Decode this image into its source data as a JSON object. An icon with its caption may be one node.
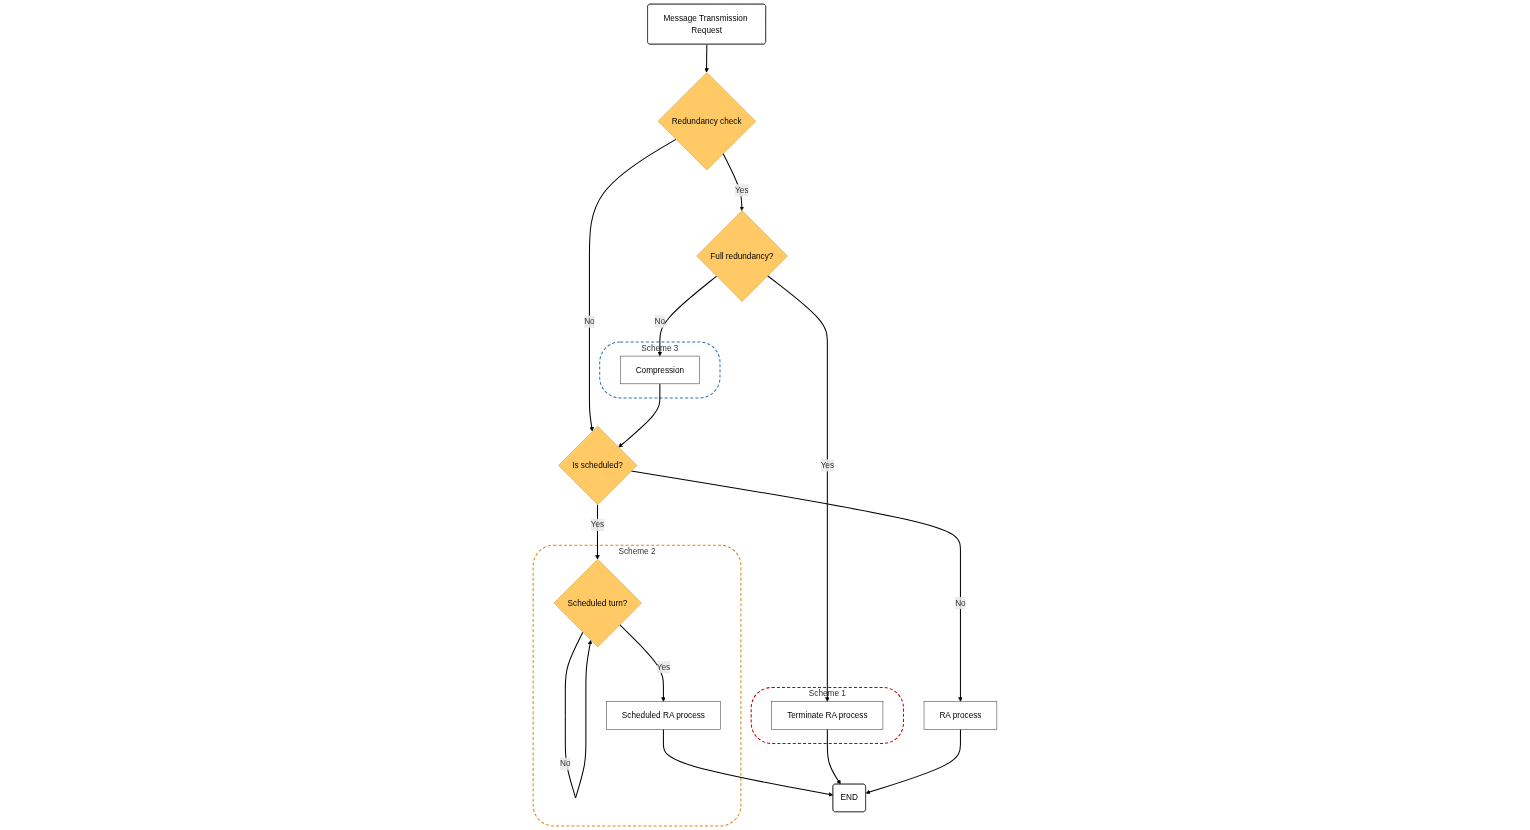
{
  "diagram": {
    "nodes": [
      {
        "text": [
          "Message Transmission Request"
        ]
      },
      {
        "text": [
          "Redundancy check"
        ]
      },
      {
        "text": [
          "Full redundancy?"
        ]
      },
      {
        "text": [
          "Scheme 3"
        ]
      },
      {
        "text": [
          "Compression"
        ],
        "in": 3
      },
      {
        "text": [
          "Is scheduled?"
        ]
      },
      {
        "text": [
          "Scheme 2"
        ]
      },
      {
        "text": [
          "Scheduled turn?"
        ],
        "in": 6
      },
      {
        "text": [
          "Scheme 1"
        ]
      },
      {
        "text": [
          "Terminate RA process"
        ],
        "in": 8
      },
      {
        "text": [
          "RA process"
        ]
      },
      {
        "text": [
          "Scheduled RA process"
        ],
        "in": 6
      },
      {
        "text": [
          "END"
        ]
      }
    ],
    "edges": [
      {
        "from": 0,
        "to": 1,
        "arrow": "to"
      },
      {
        "from": 1,
        "to": 2,
        "arrow": "to",
        "label": "Yes"
      },
      {
        "from": 2,
        "to": 9,
        "arrow": "to",
        "label": "Yes"
      },
      {
        "from": 2,
        "to": 4,
        "arrow": "to",
        "label": "No"
      },
      {
        "from": 1,
        "to": 5,
        "arrow": "to",
        "label": "No"
      },
      {
        "from": 4,
        "to": 5,
        "arrow": "to"
      },
      {
        "from": 5,
        "to": 7,
        "arrow": "to",
        "label": "Yes"
      },
      {
        "from": 7,
        "to": 7,
        "arrow": "to",
        "label": "No"
      },
      {
        "from": 7,
        "to": 11,
        "arrow": "to",
        "label": "Yes"
      },
      {
        "from": 5,
        "to": 10,
        "arrow": "to",
        "label": "No"
      },
      {
        "from": 9,
        "to": 12,
        "arrow": "to"
      },
      {
        "from": 10,
        "to": 12,
        "arrow": "to"
      },
      {
        "from": 11,
        "to": 12,
        "arrow": "to"
      }
    ]
  }
}
